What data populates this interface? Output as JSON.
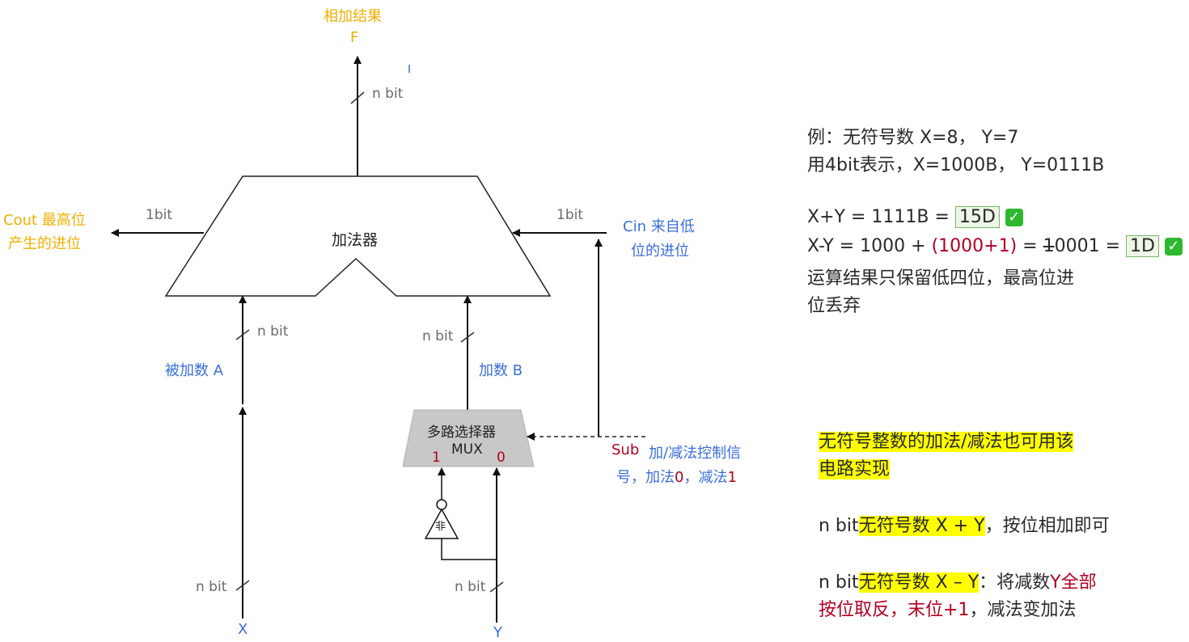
{
  "diagram": {
    "output_label": "相加结果",
    "output_var": "F",
    "out_width": "n bit",
    "adder_label": "加法器",
    "cout_label_line1": "Cout 最高位",
    "cout_label_line2": "产生的进位",
    "cout_width": "1bit",
    "cin_label_line1": "Cin 来自低",
    "cin_label_line2": "位的进位",
    "cin_width": "1bit",
    "a_width": "n bit",
    "a_label": "被加数 A",
    "b_width": "n bit",
    "b_label": "加数 B",
    "mux_label_line1": "多路选择器",
    "mux_label_line2": "MUX",
    "mux_in1": "1",
    "mux_in0": "0",
    "not_label": "非",
    "sub_signal": "Sub",
    "sub_desc_line1": "加/减法控制信",
    "sub_desc_line2_a": "号，加法",
    "sub_desc_line2_b": "0",
    "sub_desc_line2_c": "，减法",
    "sub_desc_line2_d": "1",
    "x_width": "n bit",
    "x_label": "X",
    "y_width": "n bit",
    "y_label": "Y"
  },
  "notes": {
    "example_line1": "例：无符号数 X=8， Y=7",
    "example_line2": "用4bit表示，X=1000B， Y=0111B",
    "sum_prefix": "X+Y = 1111B  =",
    "sum_result": "15D",
    "diff_prefix": "X-Y = 1000 + ",
    "diff_red": "(1000+1)",
    "diff_eq": " = ",
    "diff_strike": "1",
    "diff_rest": "0001 =",
    "diff_result": "1D",
    "keep_line1": "运算结果只保留低四位，最高位进",
    "keep_line2": "位丢弃",
    "check_symbol": "✓",
    "hl_line1": "无符号整数的加法/减法也可用该",
    "hl_line2": "电路实现",
    "add_prefix": "n bit",
    "add_hl": "无符号数 X + Y",
    "add_rest": "，按位相加即可",
    "sub_prefix": "n bit",
    "sub_hl": "无符号数 X – Y",
    "sub_rest": "：将减数",
    "sub_red1": "Y全部",
    "sub_red2": "按位取反，末位+1",
    "sub_tail": "，减法变加法"
  },
  "colors": {
    "orange": "#f0b000",
    "blue": "#3a6fd8",
    "red": "#b00020",
    "highlight": "#ffff00",
    "check_green": "#2eb82e"
  }
}
